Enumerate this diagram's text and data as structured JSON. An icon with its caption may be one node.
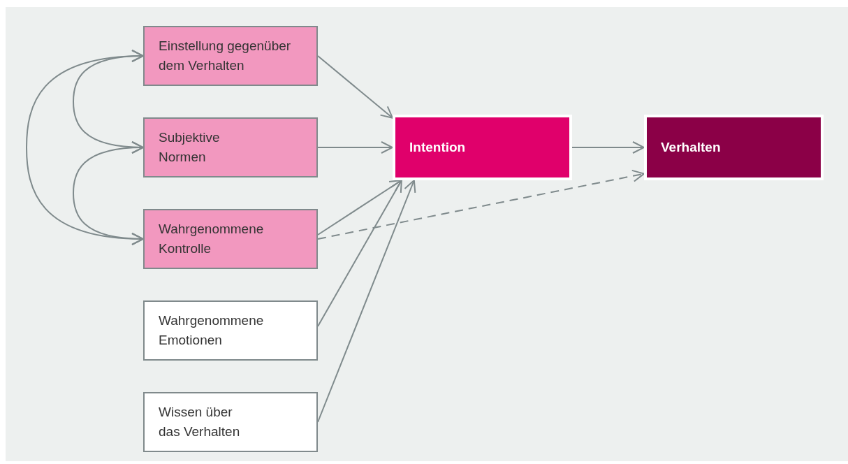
{
  "diagram": {
    "nodes": [
      {
        "text": [
          "Einstellung gegenüber dem Verhalten"
        ]
      },
      {
        "text": [
          "Subjektive Normen"
        ]
      },
      {
        "text": [
          "Wahrgenommene Kontrolle"
        ]
      },
      {
        "text": [
          "Wahrgenommene Emotionen"
        ]
      },
      {
        "text": [
          "Wissen über das Verhalten"
        ]
      },
      {
        "text": [
          "Intention"
        ]
      },
      {
        "text": [
          "Verhalten"
        ]
      }
    ],
    "edges": [
      {
        "from": 0,
        "to": 1,
        "arrow": "both"
      },
      {
        "from": 1,
        "to": 2,
        "arrow": "both"
      },
      {
        "from": 0,
        "to": 2,
        "arrow": "both"
      },
      {
        "from": 0,
        "to": 5,
        "arrow": "to"
      },
      {
        "from": 1,
        "to": 5,
        "arrow": "to"
      },
      {
        "from": 2,
        "to": 5,
        "arrow": "to"
      },
      {
        "from": 3,
        "to": 5,
        "arrow": "to"
      },
      {
        "from": 4,
        "to": 5,
        "arrow": "to"
      },
      {
        "from": 5,
        "to": 6,
        "arrow": "to"
      },
      {
        "from": 2,
        "to": 6,
        "arrow": "to",
        "style": "dashed"
      }
    ]
  }
}
